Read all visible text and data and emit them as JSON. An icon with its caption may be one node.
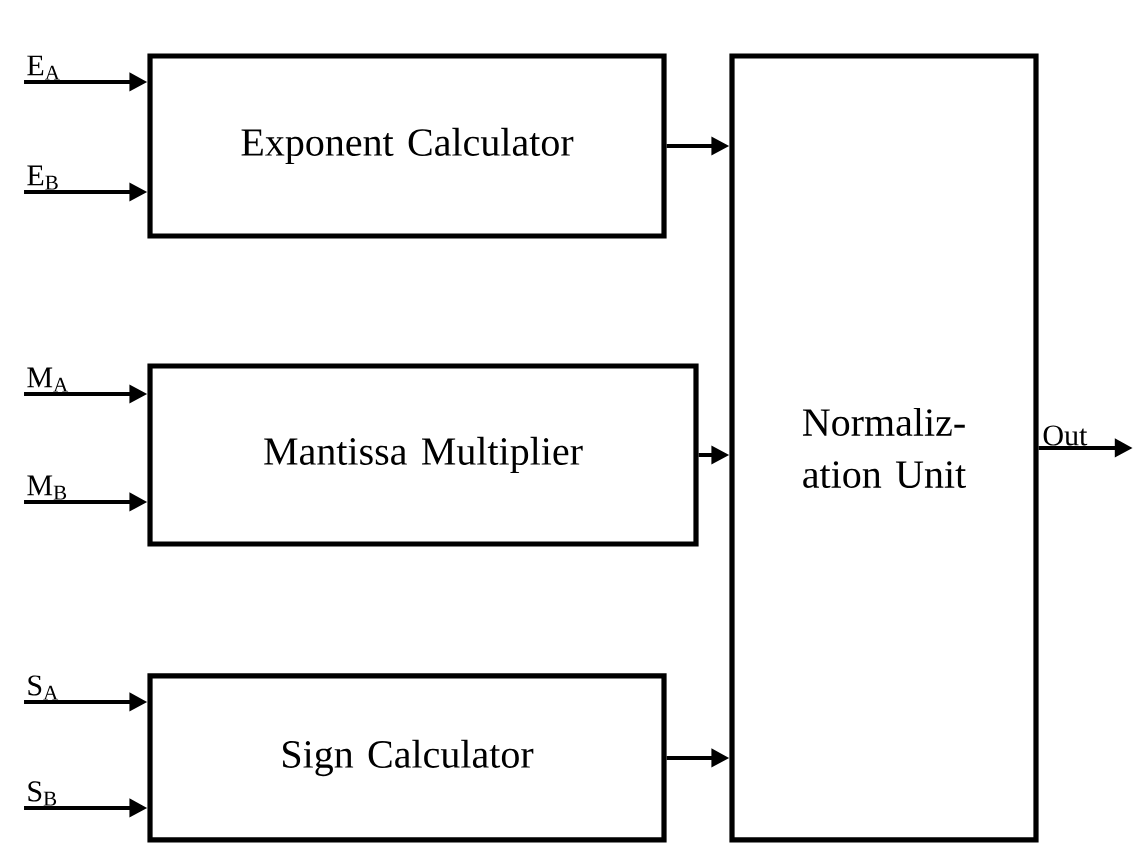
{
  "diagram": {
    "nodes": [
      {
        "text": [
          "E$_{A}$"
        ]
      },
      {
        "text": [
          "E$_{B}$"
        ]
      },
      {
        "text": [
          "Exponent Calculator"
        ]
      },
      {
        "text": [
          "M$_{A}$"
        ]
      },
      {
        "text": [
          "M$_{B}$"
        ]
      },
      {
        "text": [
          "Mantissa Multiplier"
        ]
      },
      {
        "text": [
          "S$_{A}$"
        ]
      },
      {
        "text": [
          "S$_{B}$"
        ]
      },
      {
        "text": [
          "Sign Calculator"
        ]
      },
      {
        "text": [
          "Normaliz- ation Unit"
        ]
      },
      {
        "text": [
          "Out"
        ]
      }
    ],
    "edges": [
      {
        "from": 0,
        "to": 2,
        "arrow": "to"
      },
      {
        "from": 1,
        "to": 2,
        "arrow": "to"
      },
      {
        "from": 3,
        "to": 5,
        "arrow": "to"
      },
      {
        "from": 4,
        "to": 5,
        "arrow": "to"
      },
      {
        "from": 6,
        "to": 8,
        "arrow": "to"
      },
      {
        "from": 7,
        "to": 8,
        "arrow": "to"
      },
      {
        "from": 2,
        "to": 9,
        "arrow": "to"
      },
      {
        "from": 5,
        "to": 9,
        "arrow": "to"
      },
      {
        "from": 8,
        "to": 9,
        "arrow": "to"
      },
      {
        "from": 9,
        "to": 10,
        "arrow": "to"
      }
    ]
  }
}
